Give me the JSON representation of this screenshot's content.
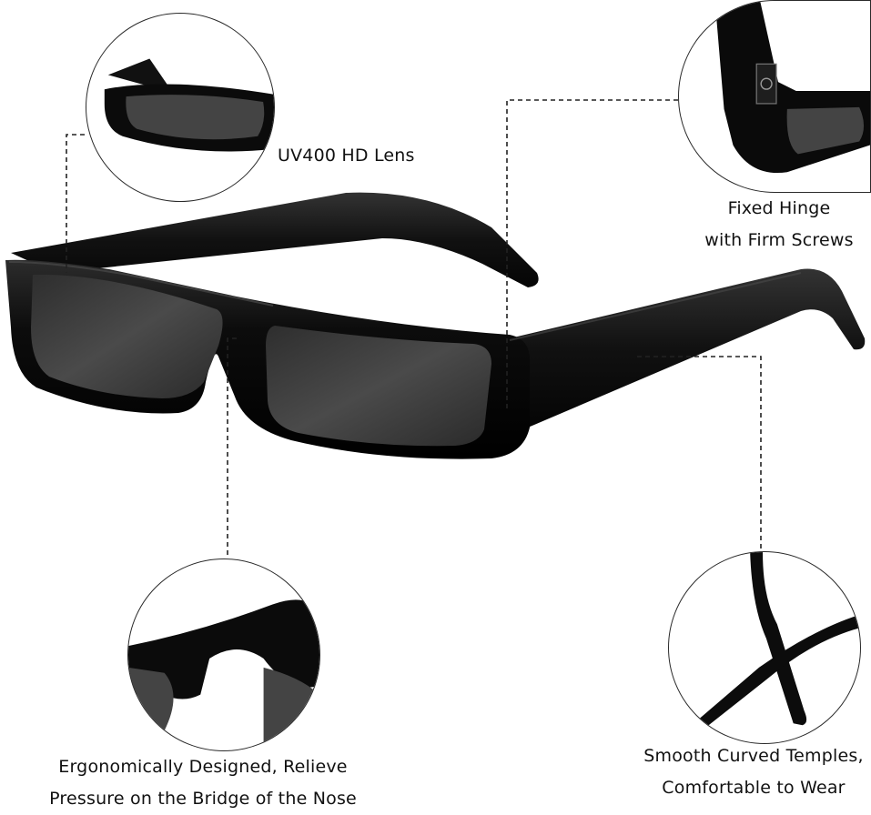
{
  "features": {
    "lens": {
      "text": "UV400 HD Lens",
      "icon": "lens-closeup"
    },
    "hinge": {
      "line1": "Fixed Hinge",
      "line2": "with Firm Screws",
      "icon": "hinge-closeup"
    },
    "bridge": {
      "line1": "Ergonomically Designed, Relieve",
      "line2": "Pressure on the Bridge of the Nose",
      "icon": "nose-bridge-closeup"
    },
    "temples": {
      "line1": "Smooth Curved Temples,",
      "line2": "Comfortable to Wear",
      "icon": "curved-temple-closeup"
    }
  },
  "colors": {
    "frame": "#0b0b0b",
    "frame_highlight": "#3a3a3a",
    "lens": "#3d3d3d",
    "lens_edge": "#2b2b2b",
    "leader_line": "#222222"
  }
}
